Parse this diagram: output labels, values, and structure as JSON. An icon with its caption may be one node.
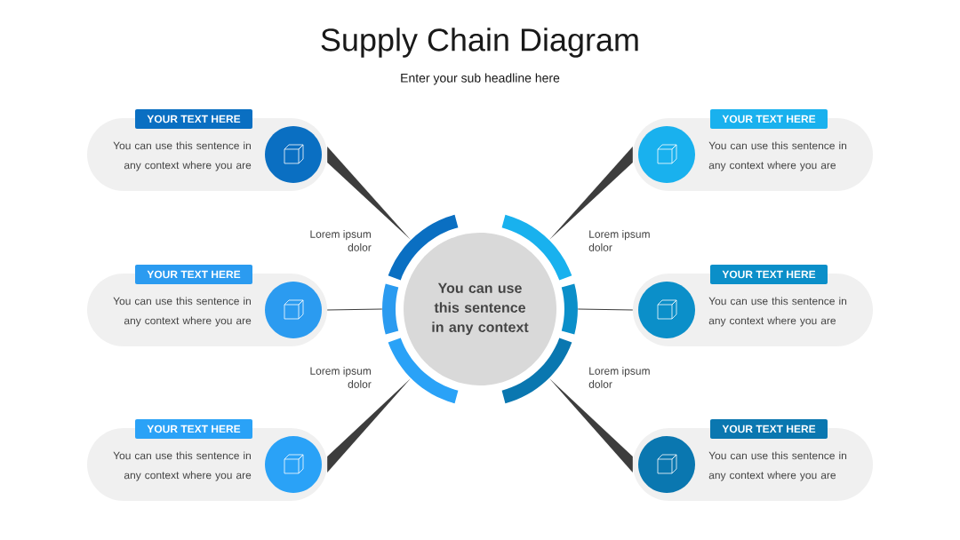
{
  "diagram": {
    "title": "Supply Chain Diagram",
    "caption": "Enter your sub headline here",
    "nodes": [
      {
        "text": [
          "You can use this sentence in any context"
        ]
      },
      {
        "text": [
          "YOUR TEXT HERE",
          "You can use this sentence in any context where you are"
        ]
      },
      {
        "text": [
          "YOUR TEXT HERE",
          "You can use this sentence in any context where you are"
        ]
      },
      {
        "text": [
          "YOUR TEXT HERE",
          "You can use this sentence in any context where you are"
        ]
      },
      {
        "text": [
          "YOUR TEXT HERE",
          "You can use this sentence in any context where you are"
        ]
      },
      {
        "text": [
          "YOUR TEXT HERE",
          "You can use this sentence in any context where you are"
        ]
      },
      {
        "text": [
          "YOUR TEXT HERE",
          "You can use this sentence in any context where you are"
        ]
      }
    ],
    "edges": [
      {
        "from": 0,
        "to": 1,
        "arrow": "none",
        "style": "thick"
      },
      {
        "from": 0,
        "to": 2,
        "arrow": "none",
        "style": "thick"
      },
      {
        "from": 0,
        "to": 3,
        "arrow": "none"
      },
      {
        "from": 0,
        "to": 4,
        "arrow": "none"
      },
      {
        "from": 0,
        "to": 5,
        "arrow": "none",
        "style": "thick"
      },
      {
        "from": 0,
        "to": 6,
        "arrow": "none",
        "style": "thick"
      }
    ],
    "labels": [
      "Lorem ipsum dolor",
      "Lorem ipsum dolor",
      "Lorem ipsum dolor",
      "Lorem ipsum dolor"
    ]
  }
}
